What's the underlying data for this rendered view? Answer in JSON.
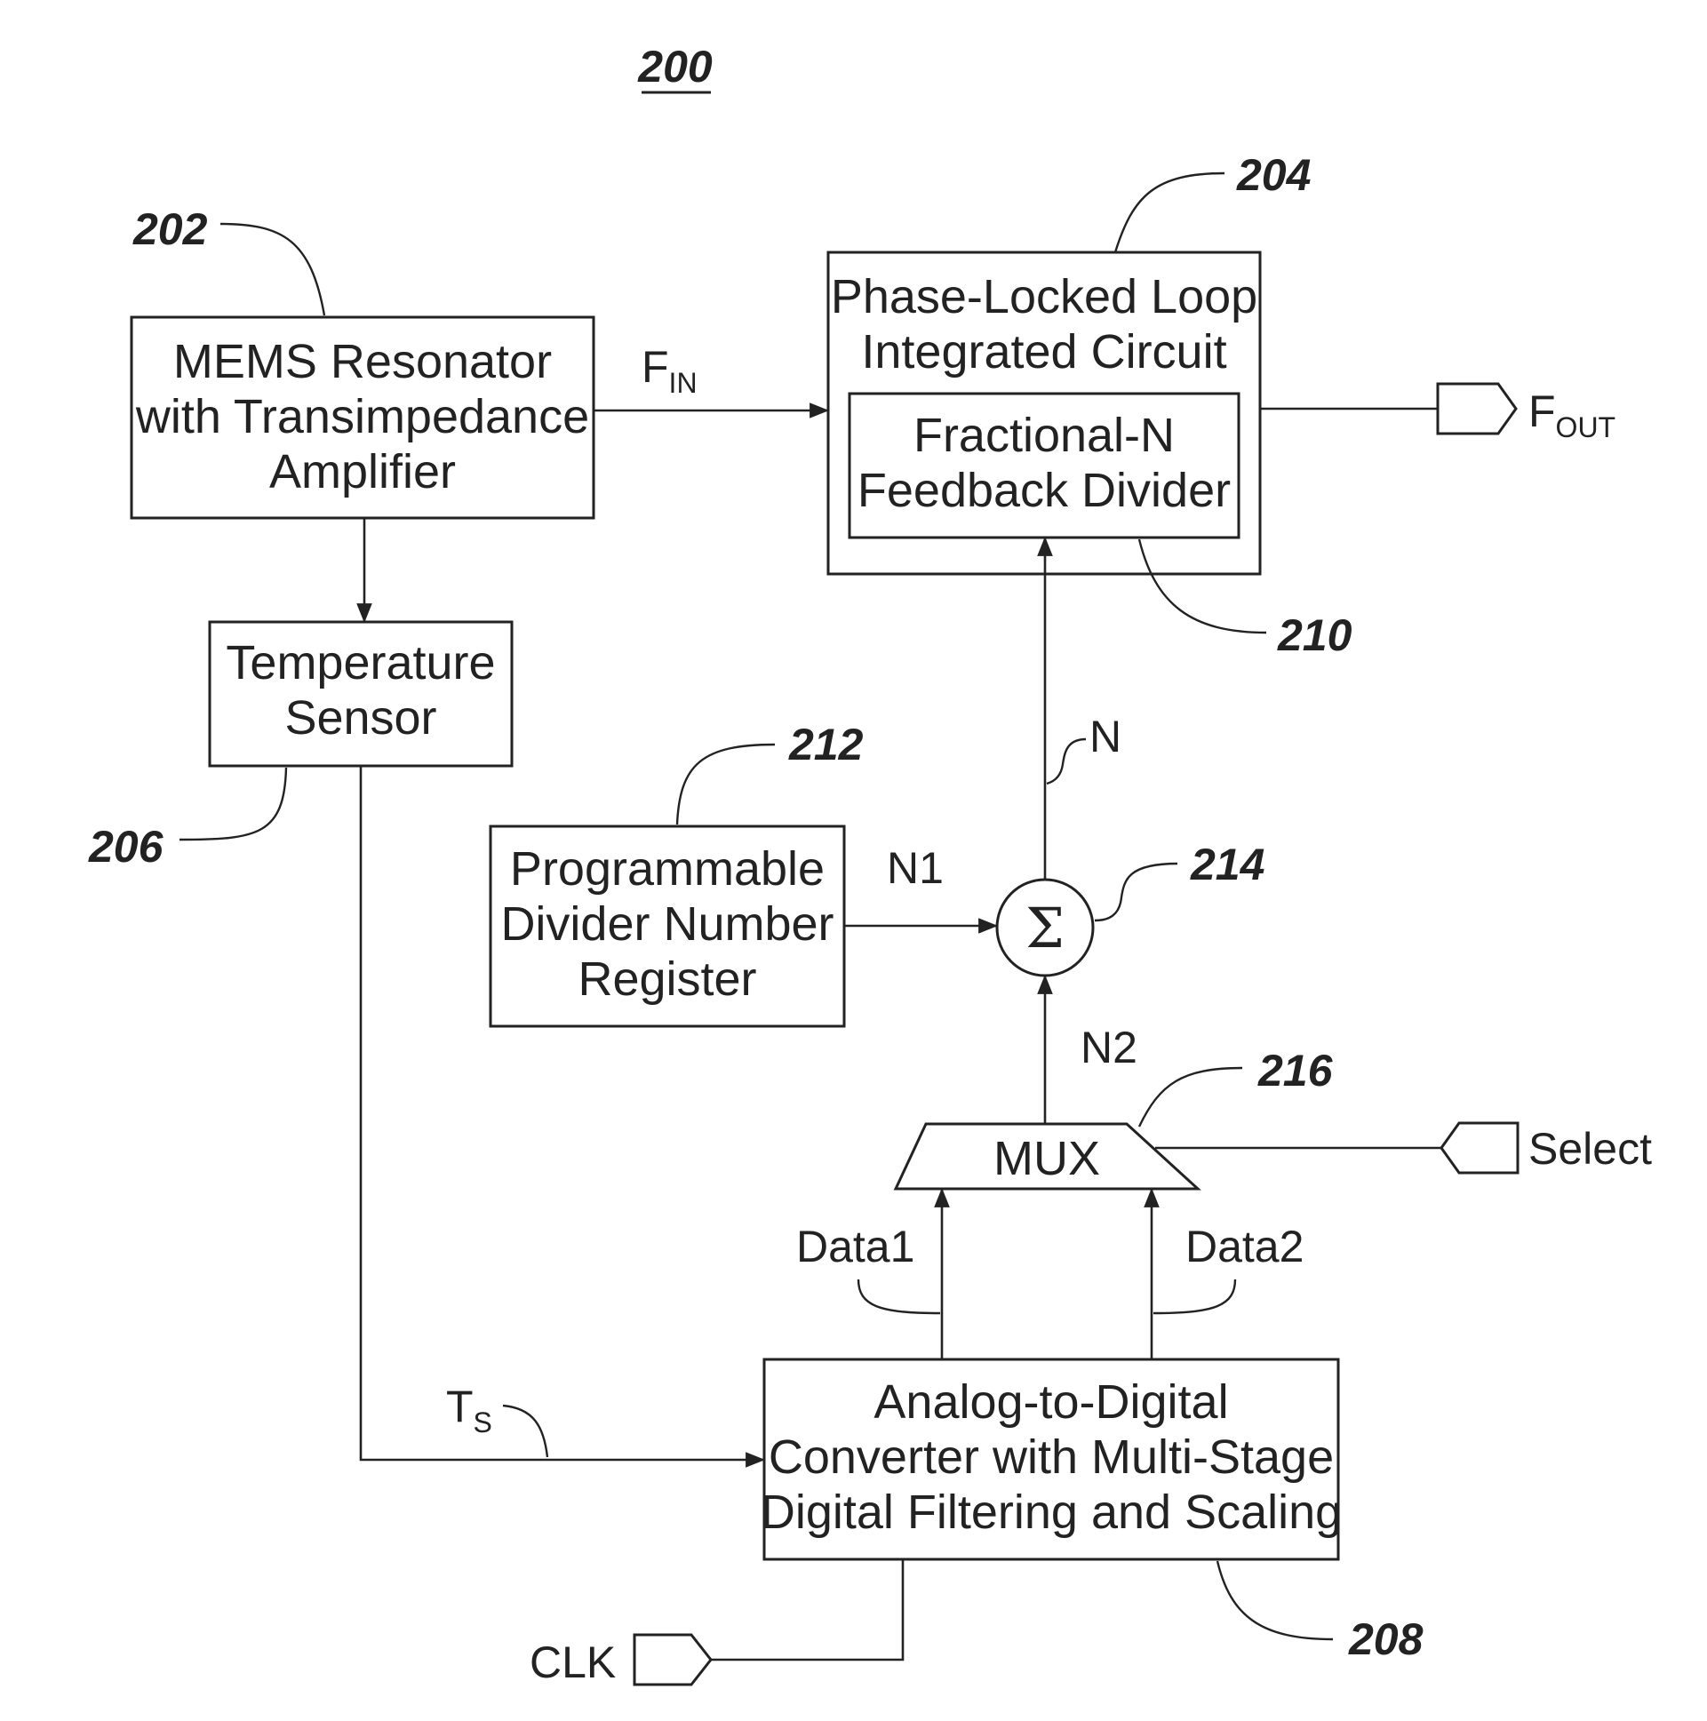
{
  "figure_number": "200",
  "blocks": {
    "mems": {
      "ref": "202",
      "lines": [
        "MEMS Resonator",
        "with Transimpedance",
        "Amplifier"
      ]
    },
    "pll": {
      "ref": "204",
      "lines": [
        "Phase-Locked Loop",
        "Integrated Circuit"
      ]
    },
    "divider": {
      "ref": "210",
      "lines": [
        "Fractional-N",
        "Feedback Divider"
      ]
    },
    "temp": {
      "ref": "206",
      "lines": [
        "Temperature",
        "Sensor"
      ]
    },
    "register": {
      "ref": "212",
      "lines": [
        "Programmable",
        "Divider Number",
        "Register"
      ]
    },
    "summer": {
      "ref": "214",
      "symbol": "Σ"
    },
    "mux": {
      "ref": "216",
      "label": "MUX"
    },
    "adc": {
      "ref": "208",
      "lines": [
        "Analog-to-Digital",
        "Converter with Multi-Stage",
        "Digital Filtering and Scaling"
      ]
    }
  },
  "signals": {
    "fin": {
      "main": "F",
      "sub": "IN"
    },
    "fout": {
      "main": "F",
      "sub": "OUT"
    },
    "ts": {
      "main": "T",
      "sub": "S"
    },
    "n": "N",
    "n1": "N1",
    "n2": "N2",
    "data1": "Data1",
    "data2": "Data2",
    "select": "Select",
    "clk": "CLK"
  }
}
